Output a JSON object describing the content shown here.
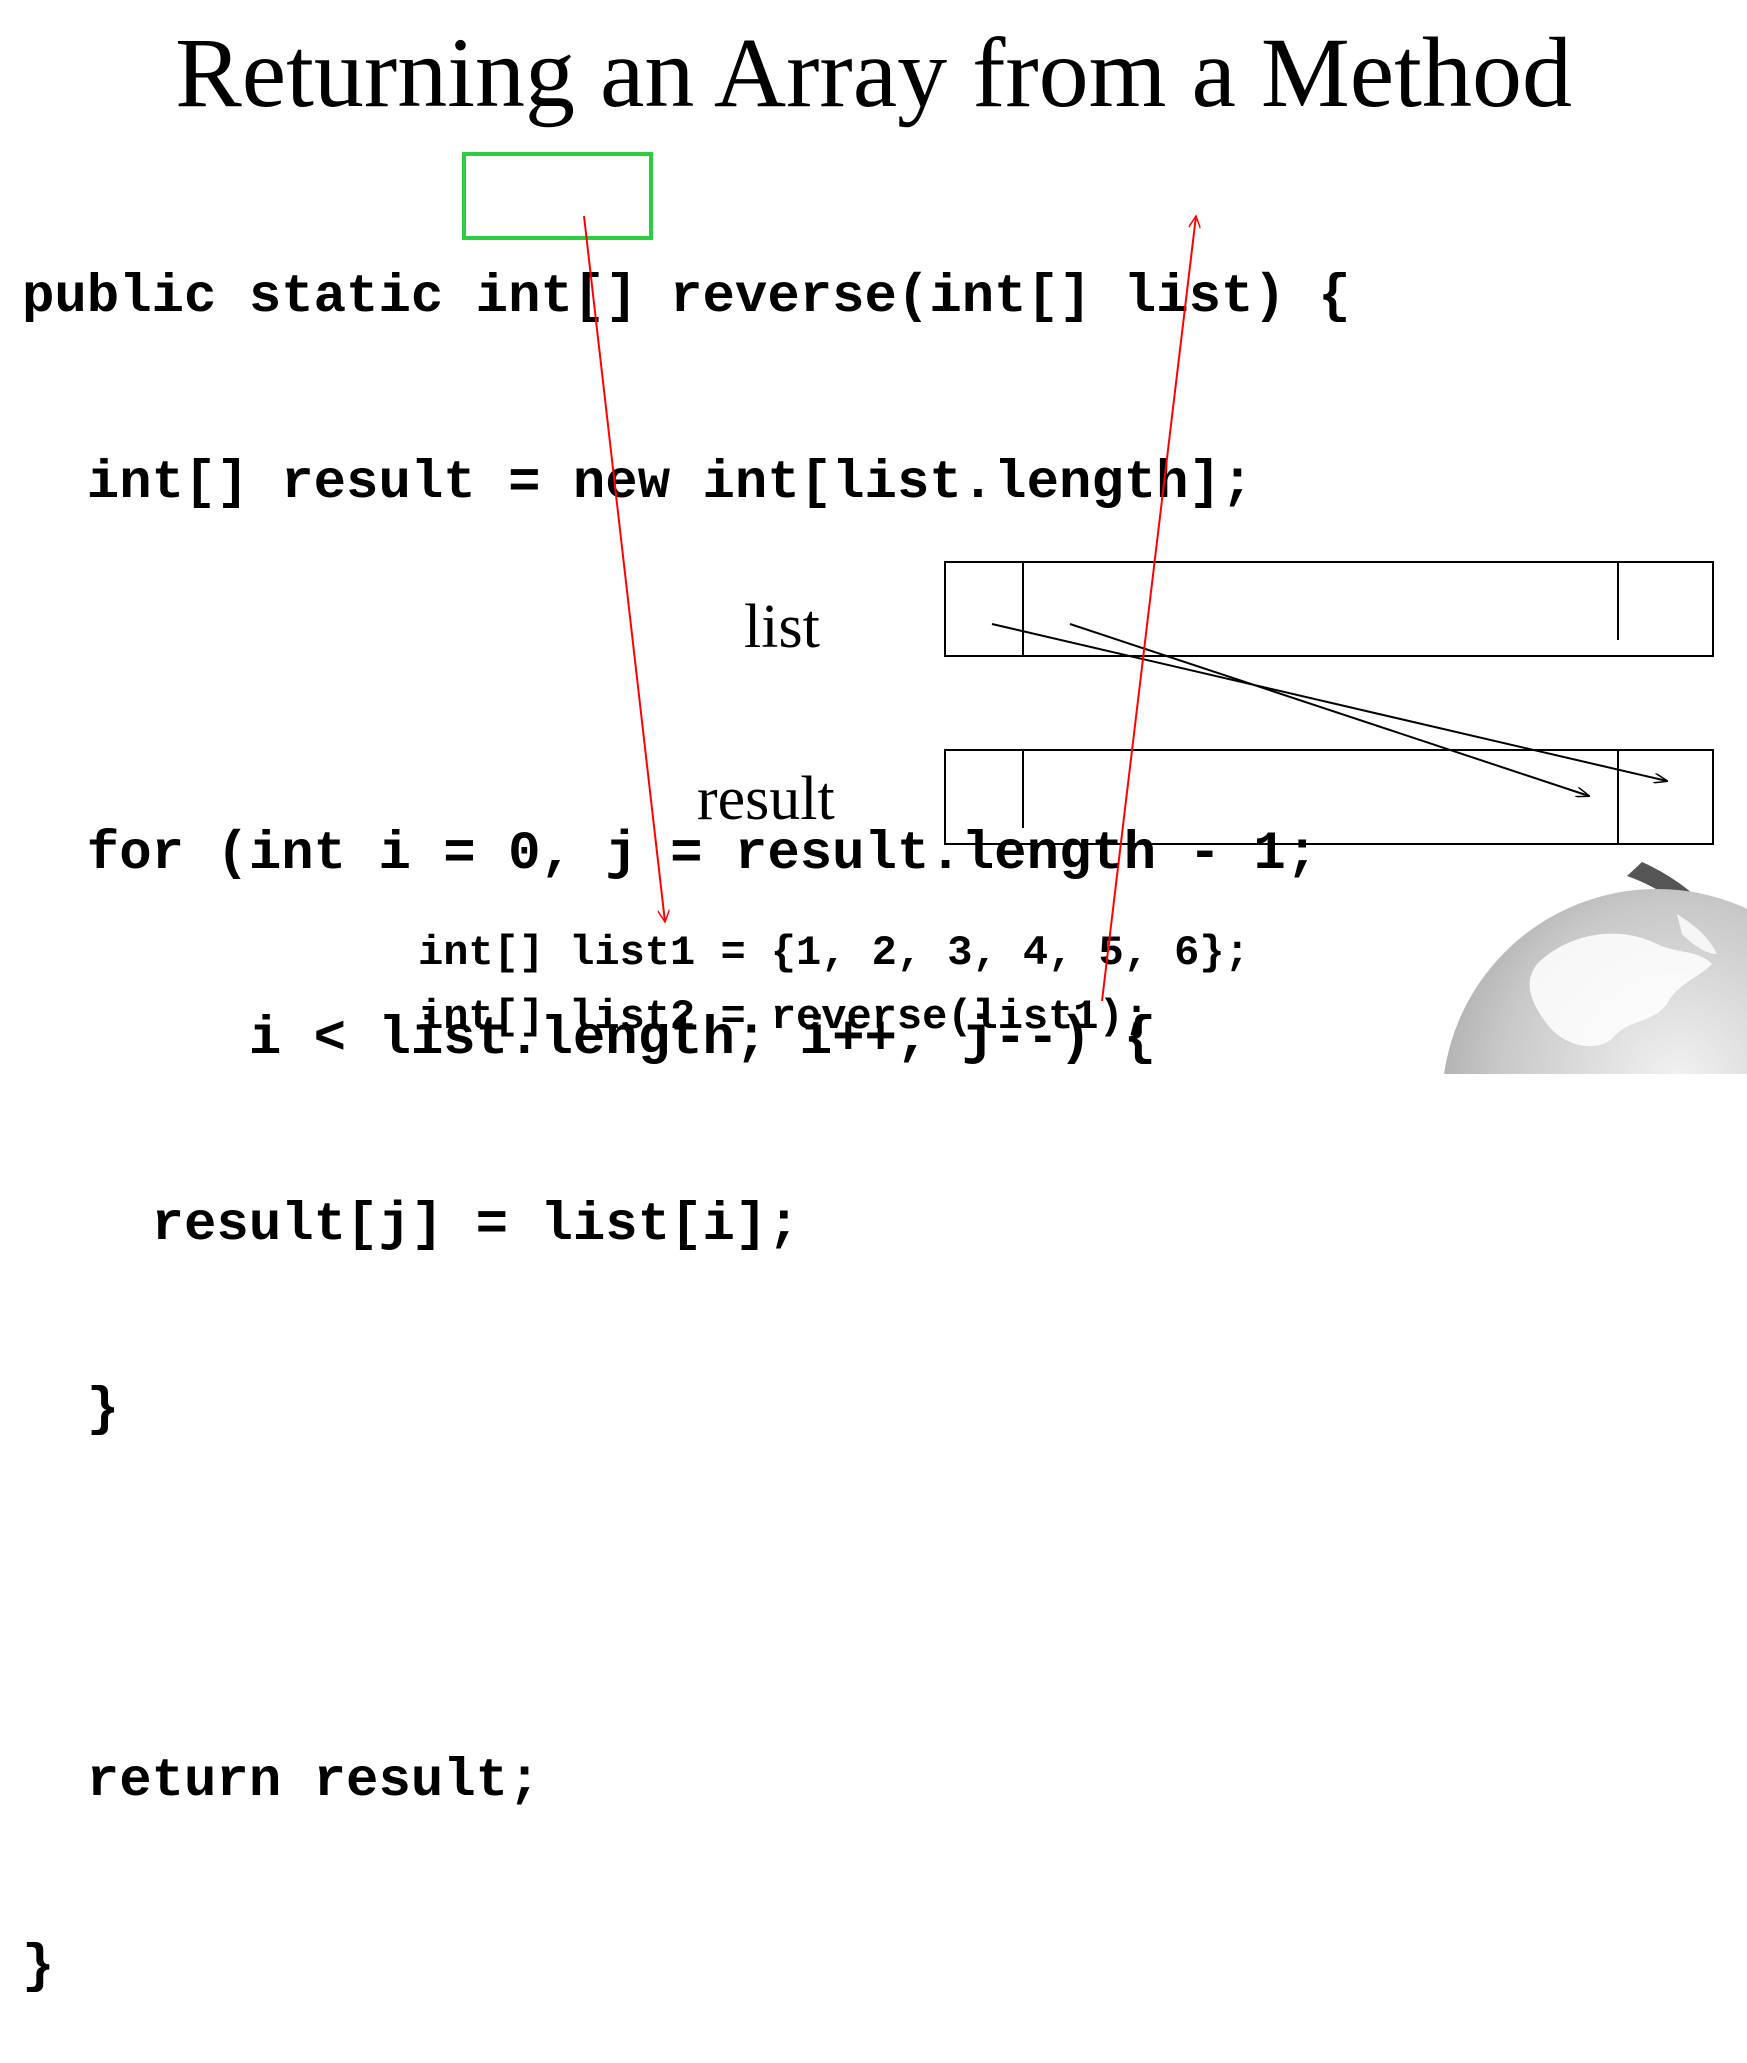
{
  "slide": {
    "title": "Returning an Array from a Method"
  },
  "code": {
    "lines": [
      "public static int[] reverse(int[] list) {",
      "  int[] result = new int[list.length];",
      "",
      "  for (int i = 0, j = result.length - 1;",
      "       i < list.length; i++, j--) {",
      "    result[j] = list[i];",
      "  }",
      "",
      "  return result;",
      "}"
    ]
  },
  "call_site": {
    "line1": "int[] list1 = {1, 2, 3, 4, 5, 6};",
    "line2": "int[] list2 = reverse(list1);"
  },
  "diagram": {
    "list_label": "list",
    "result_label": "result"
  },
  "colors": {
    "highlight": "#2ecc40",
    "annotation_arrow": "#ff0000",
    "diagram_stroke": "#000000"
  },
  "icons": [
    "globe-logo-icon"
  ]
}
